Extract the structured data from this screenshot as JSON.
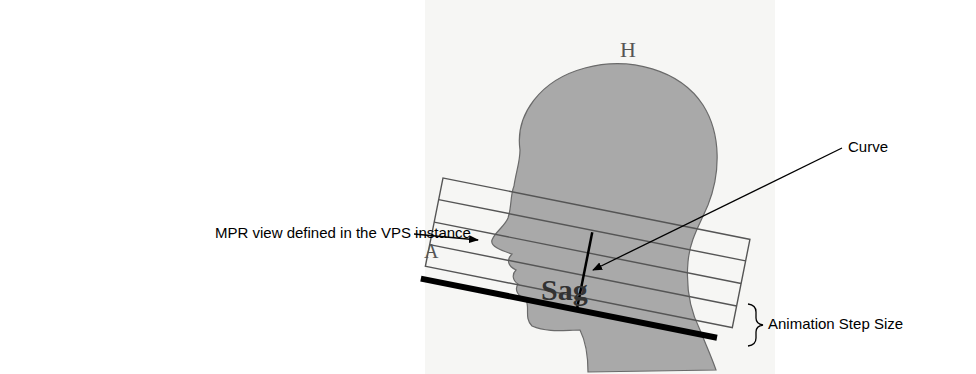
{
  "diagram": {
    "labels": [
      "H",
      "Curve",
      "MPR view defined in the VPS instance",
      "A",
      "Sag",
      "Animation Step Size"
    ]
  }
}
